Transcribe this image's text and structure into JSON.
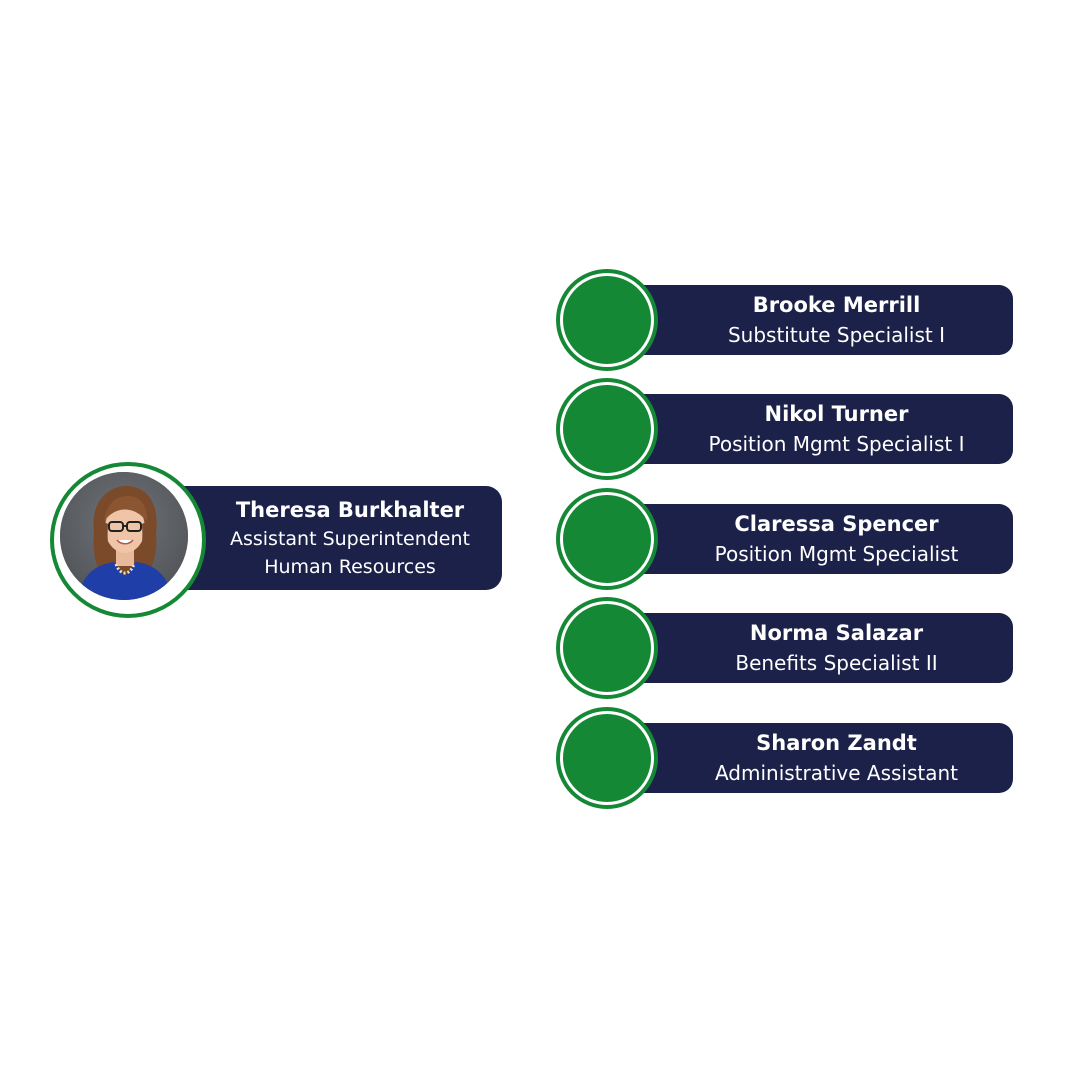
{
  "colors": {
    "bar": "#1b2148",
    "accent_green": "#148834",
    "text": "#ffffff",
    "background": "#ffffff"
  },
  "leader": {
    "name": "Theresa Burkhalter",
    "title_line1": "Assistant Superintendent",
    "title_line2": "Human Resources",
    "photo": "portrait-photo"
  },
  "staff": [
    {
      "name": "Brooke Merrill",
      "title": "Substitute Specialist I"
    },
    {
      "name": "Nikol Turner",
      "title": "Position Mgmt Specialist I"
    },
    {
      "name": "Claressa Spencer",
      "title": "Position Mgmt Specialist"
    },
    {
      "name": "Norma Salazar",
      "title": "Benefits Specialist II"
    },
    {
      "name": "Sharon Zandt",
      "title": "Administrative Assistant"
    }
  ]
}
